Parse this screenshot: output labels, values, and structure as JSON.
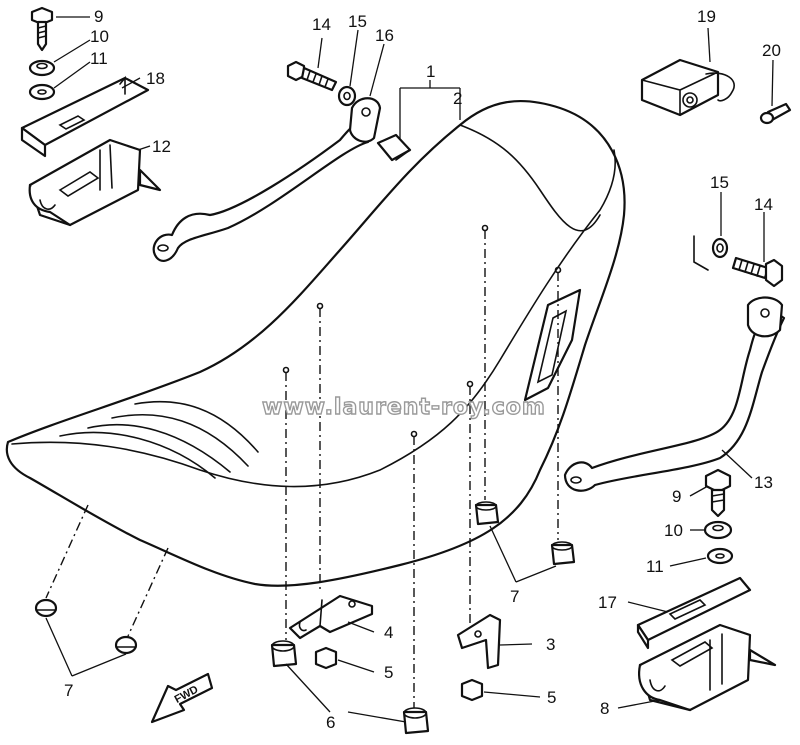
{
  "diagram": {
    "callouts": [
      {
        "id": "c1",
        "text": "1"
      },
      {
        "id": "c2",
        "text": "2"
      },
      {
        "id": "c3",
        "text": "3"
      },
      {
        "id": "c4",
        "text": "4"
      },
      {
        "id": "c5a",
        "text": "5"
      },
      {
        "id": "c5b",
        "text": "5"
      },
      {
        "id": "c6",
        "text": "6"
      },
      {
        "id": "c7a",
        "text": "7"
      },
      {
        "id": "c7b",
        "text": "7"
      },
      {
        "id": "c8",
        "text": "8"
      },
      {
        "id": "c9a",
        "text": "9"
      },
      {
        "id": "c9b",
        "text": "9"
      },
      {
        "id": "c10a",
        "text": "10"
      },
      {
        "id": "c10b",
        "text": "10"
      },
      {
        "id": "c11a",
        "text": "11"
      },
      {
        "id": "c11b",
        "text": "11"
      },
      {
        "id": "c12",
        "text": "12"
      },
      {
        "id": "c13",
        "text": "13"
      },
      {
        "id": "c14a",
        "text": "14"
      },
      {
        "id": "c14b",
        "text": "14"
      },
      {
        "id": "c15a",
        "text": "15"
      },
      {
        "id": "c15b",
        "text": "15"
      },
      {
        "id": "c16",
        "text": "16"
      },
      {
        "id": "c17",
        "text": "17"
      },
      {
        "id": "c18",
        "text": "18"
      },
      {
        "id": "c19",
        "text": "19"
      },
      {
        "id": "c20",
        "text": "20"
      }
    ],
    "fwd_label": "FWD",
    "watermark": "www.laurent-roy.com"
  }
}
